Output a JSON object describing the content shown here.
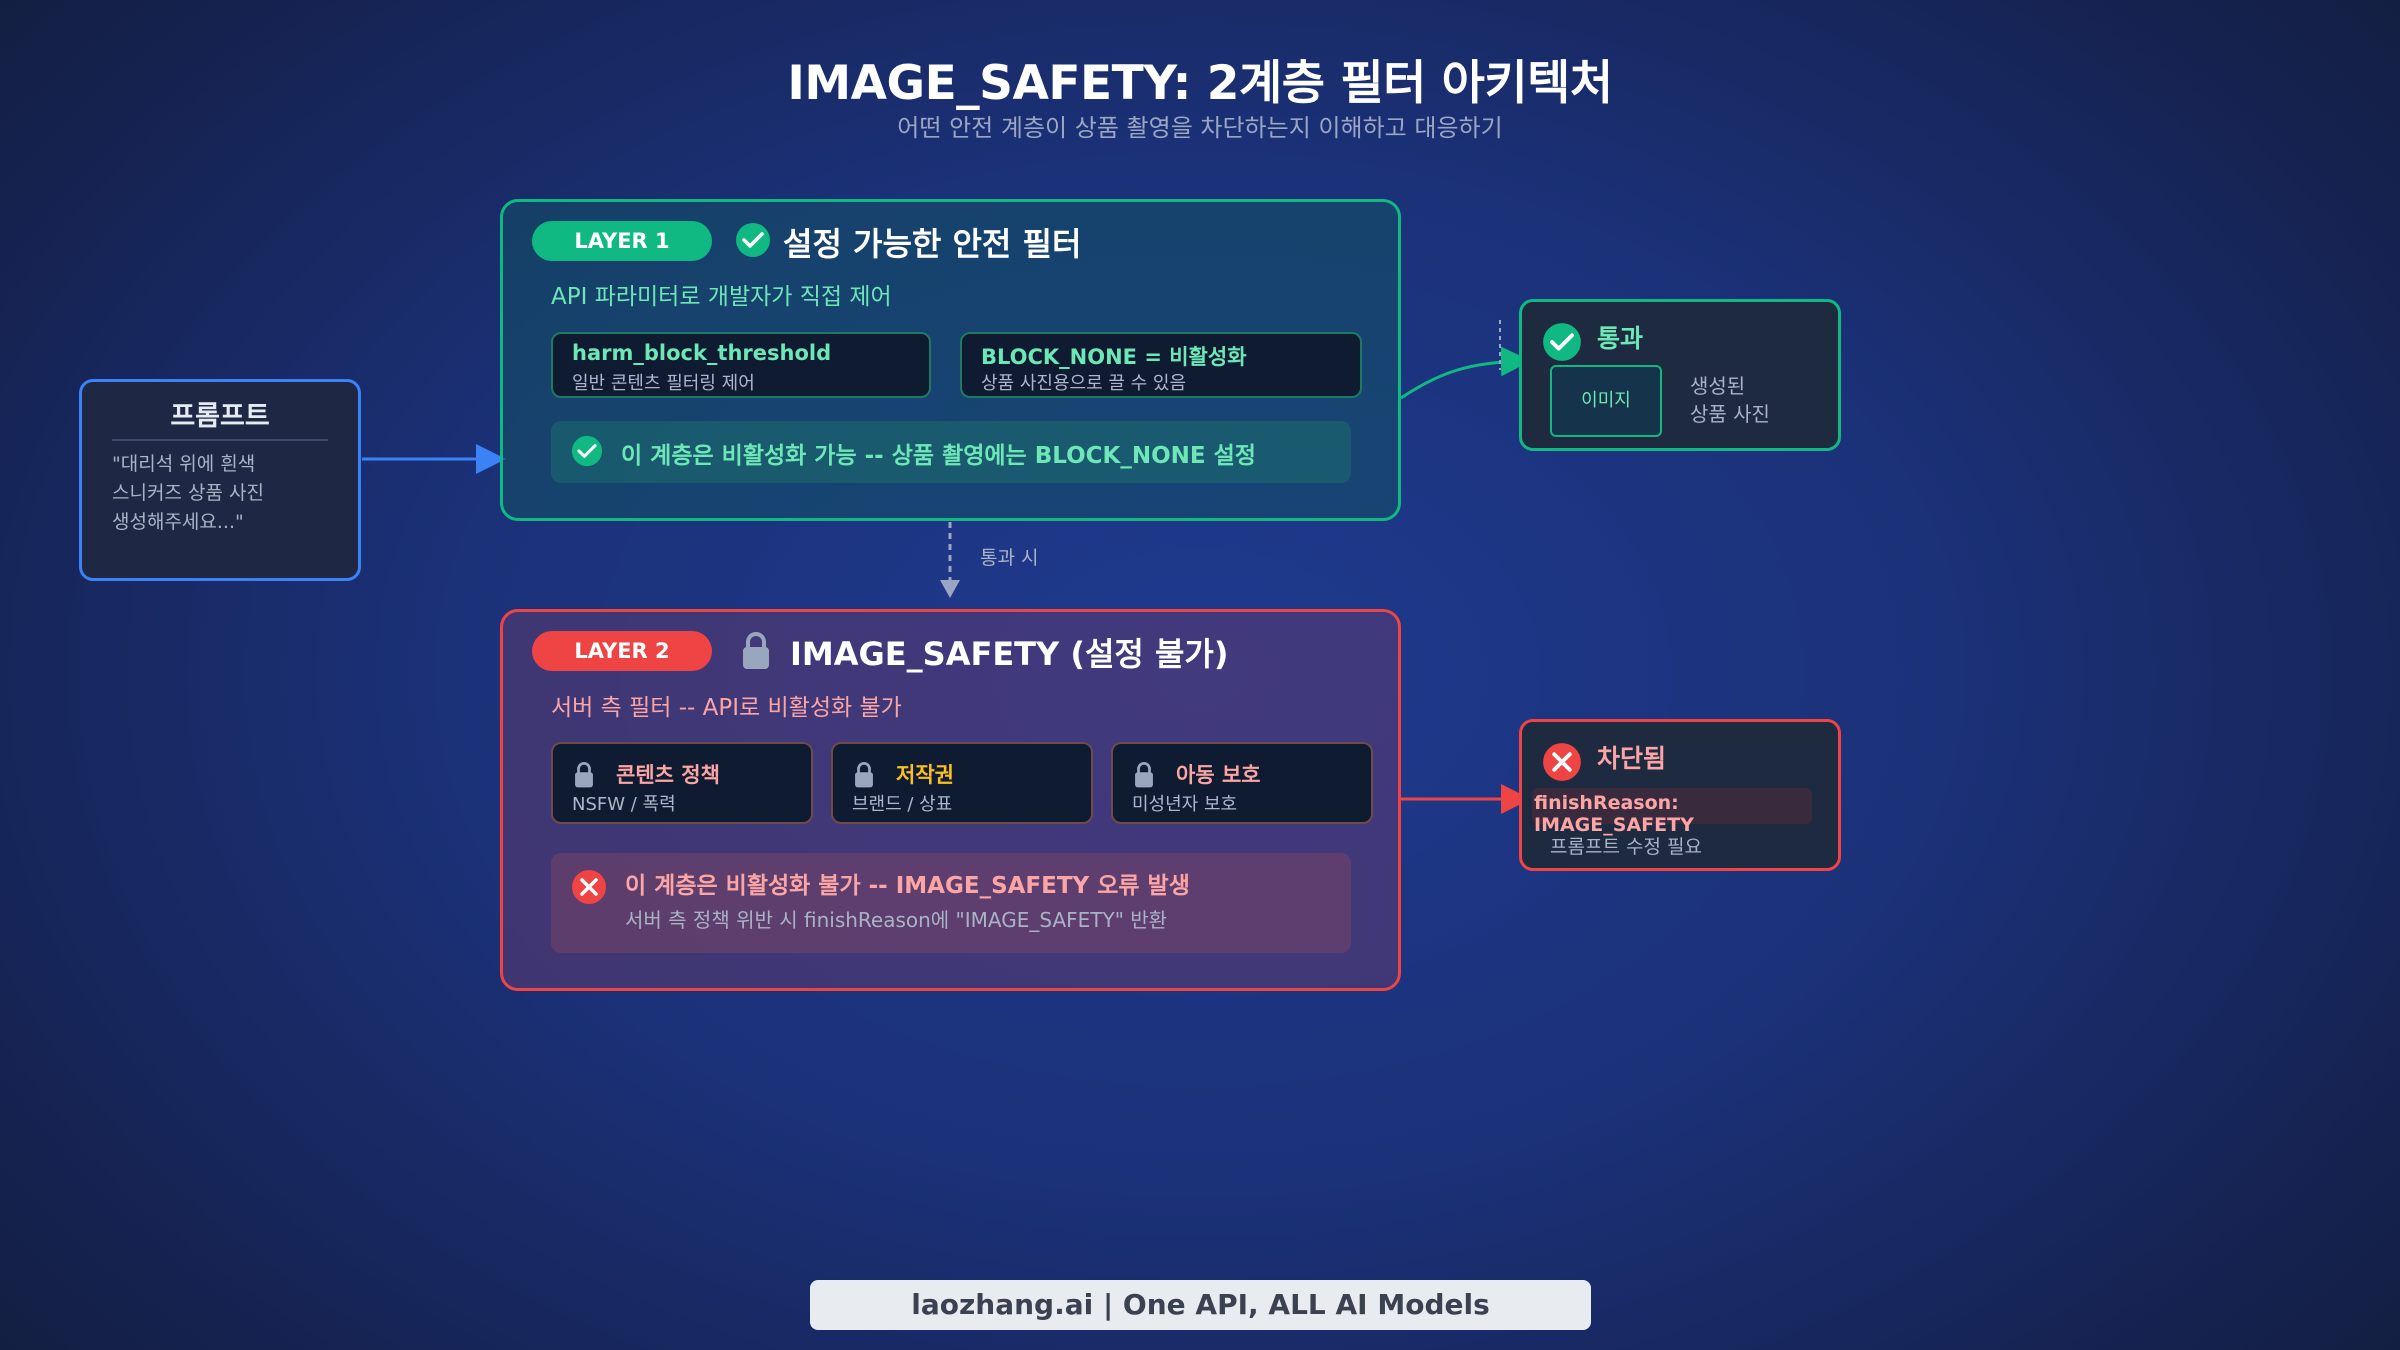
{
  "header": {
    "title": "IMAGE_SAFETY: 2계층 필터 아키텍처",
    "subtitle": "어떤 안전 계층이 상품 촬영을 차단하는지 이해하고 대응하기"
  },
  "prompt": {
    "title": "프롬프트",
    "lines": [
      "\"대리석 위에 흰색",
      "스니커즈 상품 사진",
      "생성해주세요...\""
    ]
  },
  "layer1": {
    "badge": "LAYER 1",
    "title": "설정 가능한 안전 필터",
    "subtitle": "API 파라미터로 개발자가 직접 제어",
    "params": [
      {
        "name": "harm_block_threshold",
        "desc": "일반 콘텐츠 필터링 제어"
      },
      {
        "name": "BLOCK_NONE = 비활성화",
        "desc": "상품 사진용으로 끌 수 있음"
      }
    ],
    "note": "이 계층은 비활성화 가능 -- 상품 촬영에는 BLOCK_NONE 설정"
  },
  "connector": {
    "pass_label": "통과 시"
  },
  "layer2": {
    "badge": "LAYER 2",
    "title": "IMAGE_SAFETY (설정 불가)",
    "subtitle": "서버 측 필터 -- API로 비활성화 불가",
    "policies": [
      {
        "name": "콘텐츠 정책",
        "desc": "NSFW / 폭력",
        "color": "#fca5a5"
      },
      {
        "name": "저작권",
        "desc": "브랜드 / 상표",
        "color": "#fbbf24"
      },
      {
        "name": "아동 보호",
        "desc": "미성년자 보호",
        "color": "#fca5a5"
      }
    ],
    "note_title": "이 계층은 비활성화 불가 -- IMAGE_SAFETY 오류 발생",
    "note_desc": "서버 측 정책 위반 시 finishReason에 \"IMAGE_SAFETY\" 반환"
  },
  "pass_result": {
    "title": "통과",
    "image_label": "이미지",
    "desc_lines": [
      "생성된",
      "상품 사진"
    ]
  },
  "block_result": {
    "title": "차단됨",
    "reason": "finishReason: IMAGE_SAFETY",
    "desc": "프롬프트 수정 필요"
  },
  "footer": {
    "text": "laozhang.ai | One API, ALL AI Models"
  },
  "colors": {
    "green": "#10b981",
    "red": "#ef4444",
    "blue": "#3b82f6",
    "mint_text": "#34d399",
    "pink_text": "#fca5a5"
  },
  "icons": [
    "check-circle-icon",
    "lock-icon",
    "x-circle-icon"
  ]
}
